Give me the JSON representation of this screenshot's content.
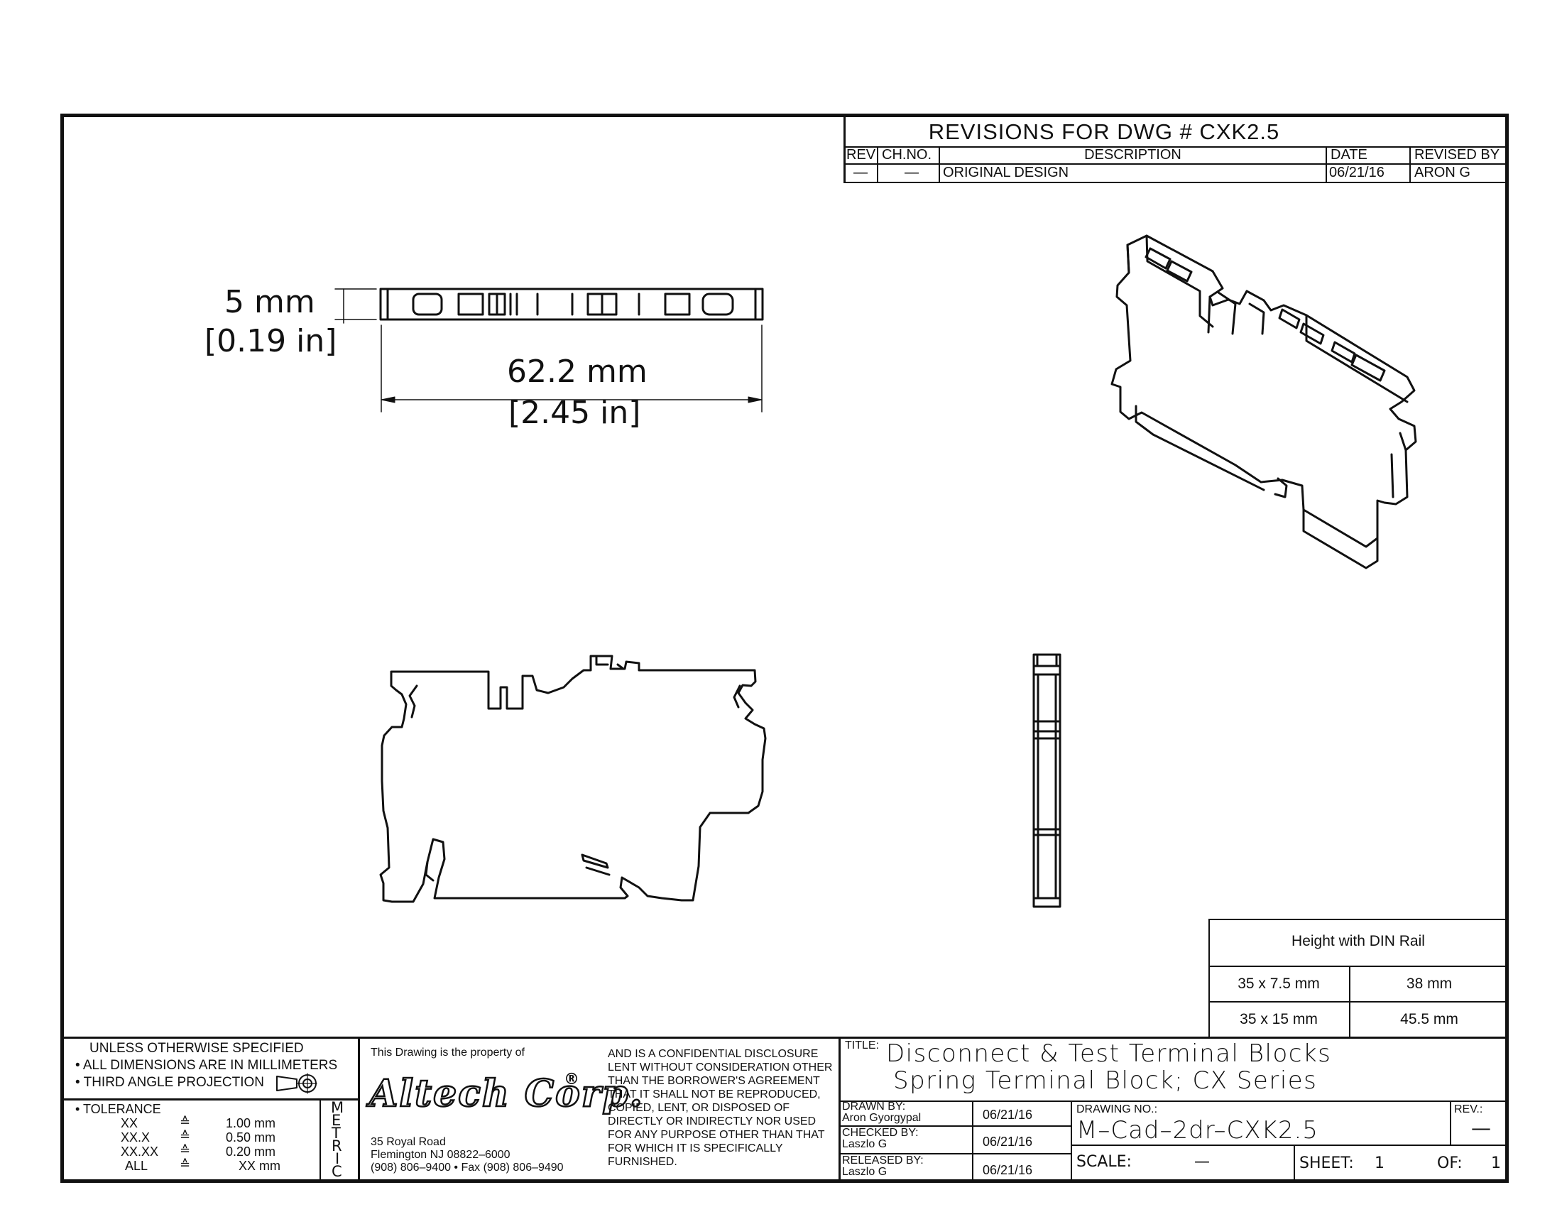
{
  "revisions": {
    "title": "REVISIONS FOR DWG # CXK2.5",
    "headers": {
      "rev": "REV",
      "chno": "CH.NO.",
      "description": "DESCRIPTION",
      "date": "DATE",
      "revised_by": "REVISED BY"
    },
    "rows": [
      {
        "rev": "—",
        "chno": "—",
        "description": "ORIGINAL DESIGN",
        "date": "06/21/16",
        "revised_by": "ARON G"
      }
    ]
  },
  "dimensions": {
    "height_mm": "5 mm",
    "height_in": "[0.19 in]",
    "width_mm": "62.2 mm",
    "width_in": "[2.45 in]"
  },
  "din_table": {
    "header": "Height with DIN Rail",
    "rows": [
      {
        "rail": "35 x 7.5 mm",
        "height": "38 mm"
      },
      {
        "rail": "35 x 15 mm",
        "height": "45.5 mm"
      }
    ]
  },
  "notes": {
    "line1": "UNLESS OTHERWISE SPECIFIED",
    "line2": "• ALL DIMENSIONS ARE IN MILLIMETERS",
    "line3": "• THIRD ANGLE PROJECTION",
    "tolerance_label": "• TOLERANCE",
    "tolerances": [
      {
        "key": "XX",
        "sym": "≙",
        "val": "1.00 mm"
      },
      {
        "key": "XX.X",
        "sym": "≙",
        "val": "0.50 mm"
      },
      {
        "key": "XX.XX",
        "sym": "≙",
        "val": "0.20 mm"
      },
      {
        "key": "ALL",
        "sym": "≙",
        "val": "XX mm"
      }
    ],
    "metric": [
      "M",
      "E",
      "T",
      "R",
      "I",
      "C"
    ]
  },
  "company": {
    "property_text": "This Drawing is the property of",
    "logo": "Altech Corp.",
    "logo_mark": "®",
    "address1": "35 Royal Road",
    "address2": "Flemington NJ 08822–6000",
    "phone": "(908) 806–9400 • Fax (908) 806–9490",
    "disclosure": [
      "AND IS A CONFIDENTIAL DISCLOSURE",
      "LENT WITHOUT CONSIDERATION OTHER",
      "THAN THE BORROWER'S AGREEMENT",
      "THAT IT SHALL NOT BE REPRODUCED,",
      "COPIED, LENT, OR DISPOSED OF",
      "DIRECTLY OR INDIRECTLY NOR USED",
      "FOR ANY PURPOSE OTHER THAN THAT",
      "FOR WHICH IT IS SPECIFICALLY",
      "FURNISHED."
    ]
  },
  "title_block": {
    "title_label": "TITLE:",
    "title_line1": "Disconnect & Test Terminal Blocks",
    "title_line2": "Spring Terminal Block; CX Series",
    "drawn_label": "DRAWN BY:",
    "drawn_name": "Aron Gyorgypal",
    "drawn_date": "06/21/16",
    "checked_label": "CHECKED BY:",
    "checked_name": "Laszlo G",
    "checked_date": "06/21/16",
    "released_label": "RELEASED BY:",
    "released_name": "Laszlo G",
    "released_date": "06/21/16",
    "drawing_no_label": "DRAWING NO.:",
    "drawing_no": "M–Cad–2dr–CXK2.5",
    "rev_label": "REV.:",
    "rev_value": "—",
    "scale_label": "SCALE:",
    "scale_value": "—",
    "sheet_label": "SHEET:",
    "sheet_value": "1",
    "of_label": "OF:",
    "of_value": "1"
  }
}
